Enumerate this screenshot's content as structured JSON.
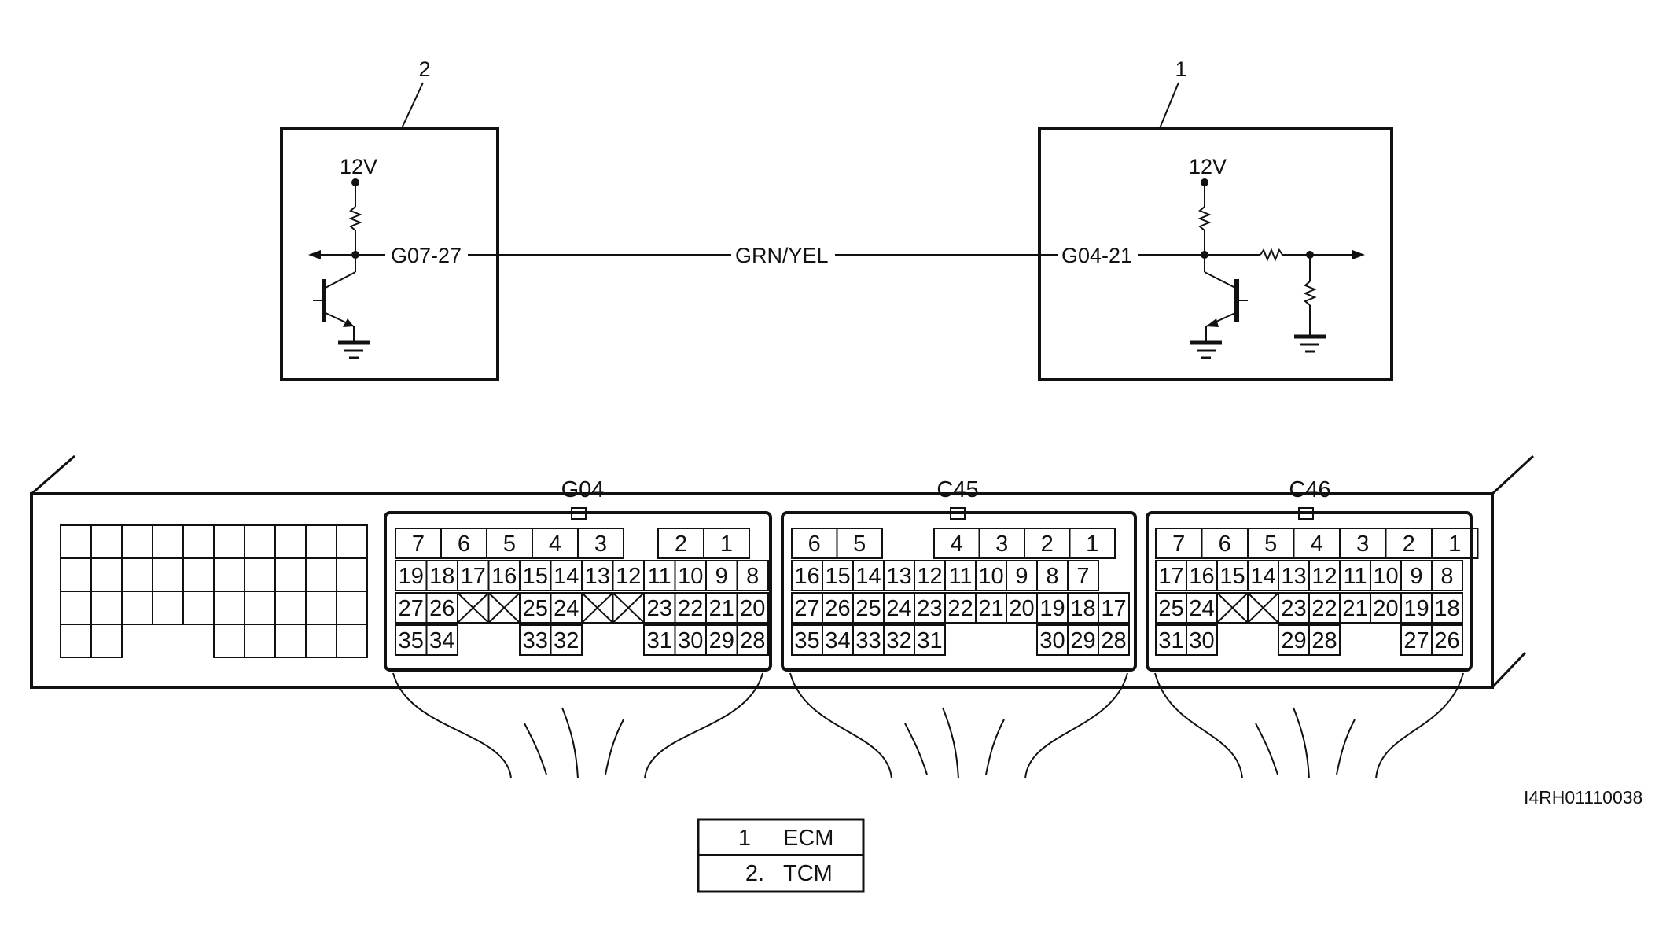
{
  "circuit": {
    "tcm_callout": "2",
    "ecm_callout": "1",
    "tcm_supply": "12V",
    "ecm_supply": "12V",
    "tcm_terminal": "G07-27",
    "ecm_terminal": "G04-21",
    "wire_color": "GRN/YEL"
  },
  "connectors": [
    {
      "name": "G04",
      "rows": [
        [
          "7",
          "6",
          "5",
          "4",
          "3",
          "",
          "2",
          "1"
        ],
        [
          "19",
          "18",
          "17",
          "16",
          "15",
          "14",
          "13",
          "12",
          "11",
          "10",
          "9",
          "8"
        ],
        [
          "27",
          "26",
          "X",
          "X",
          "25",
          "24",
          "X",
          "X",
          "23",
          "22",
          "21",
          "20"
        ],
        [
          "35",
          "34",
          "",
          "",
          "33",
          "32",
          "",
          "",
          "31",
          "30",
          "29",
          "28"
        ]
      ]
    },
    {
      "name": "C45",
      "rows": [
        [
          "6",
          "5",
          "",
          "4",
          "3",
          "2",
          "1"
        ],
        [
          "16",
          "15",
          "14",
          "13",
          "12",
          "11",
          "10",
          "9",
          "8",
          "7"
        ],
        [
          "27",
          "26",
          "25",
          "24",
          "23",
          "22",
          "21",
          "20",
          "19",
          "18",
          "17"
        ],
        [
          "35",
          "34",
          "33",
          "32",
          "31",
          "",
          "",
          "",
          "30",
          "29",
          "28"
        ]
      ]
    },
    {
      "name": "C46",
      "rows": [
        [
          "7",
          "6",
          "5",
          "4",
          "3",
          "2",
          "1"
        ],
        [
          "17",
          "16",
          "15",
          "14",
          "13",
          "12",
          "11",
          "10",
          "9",
          "8"
        ],
        [
          "25",
          "24",
          "X",
          "X",
          "23",
          "22",
          "21",
          "20",
          "19",
          "18"
        ],
        [
          "31",
          "30",
          "",
          "",
          "29",
          "28",
          "",
          "",
          "27",
          "26"
        ]
      ]
    }
  ],
  "figure_id": "I4RH01110038",
  "legend": [
    {
      "num": "1",
      "label": "ECM"
    },
    {
      "num": "2.",
      "label": "TCM"
    }
  ]
}
